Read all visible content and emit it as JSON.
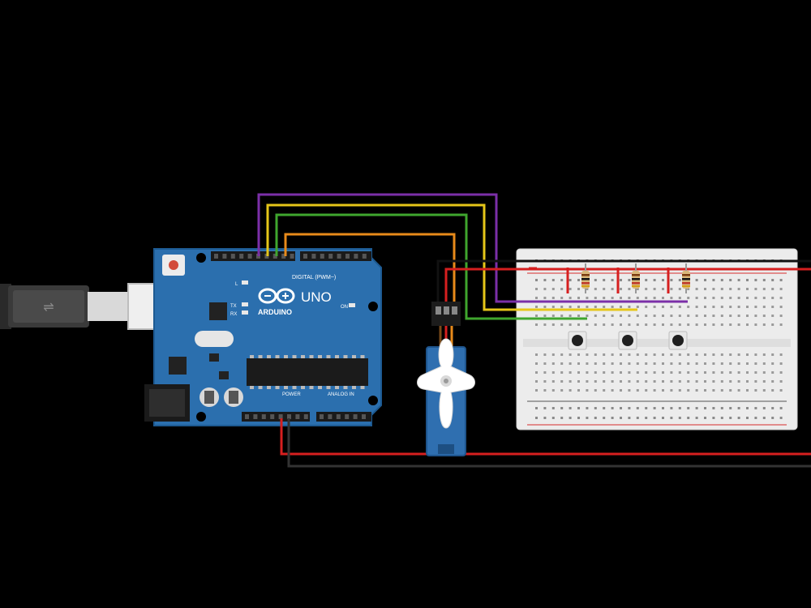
{
  "arduino": {
    "brand": "ARDUINO",
    "model": "UNO",
    "digital_label": "DIGITAL (PWM~)",
    "power_label": "POWER",
    "analog_label": "ANALOG IN",
    "tx": "TX",
    "rx": "RX",
    "l": "L",
    "on": "ON",
    "board_color": "#2a6fae"
  },
  "wires": {
    "purple": "#7b2fa8",
    "yellow": "#e6c619",
    "green": "#3fa62e",
    "orange": "#e88a1a",
    "red": "#d61f1f",
    "black": "#111111"
  },
  "breadboard": {
    "resistor_count": 3,
    "pushbutton_count": 3
  }
}
